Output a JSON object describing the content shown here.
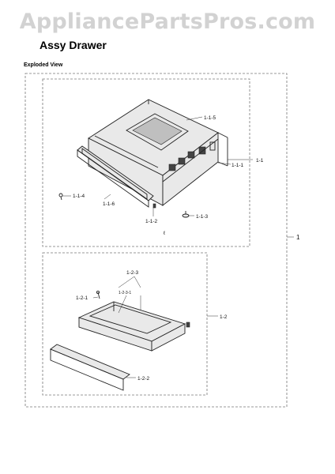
{
  "header": {
    "watermark": "AppliancePartsPros.com",
    "title": "Assy Drawer",
    "subtitle": "Exploded View"
  },
  "callouts": {
    "assembly": "1",
    "top_assy": "1-1",
    "top_parts": [
      "1-1-5",
      "1-1-1",
      "1-1-4",
      "1-1-6",
      "1-1-2",
      "1-1-3"
    ],
    "bottom_assy": "1-2",
    "bottom_parts": [
      "1-2-3",
      "1-2-3-1",
      "1-2-1",
      "1-2-2"
    ]
  }
}
